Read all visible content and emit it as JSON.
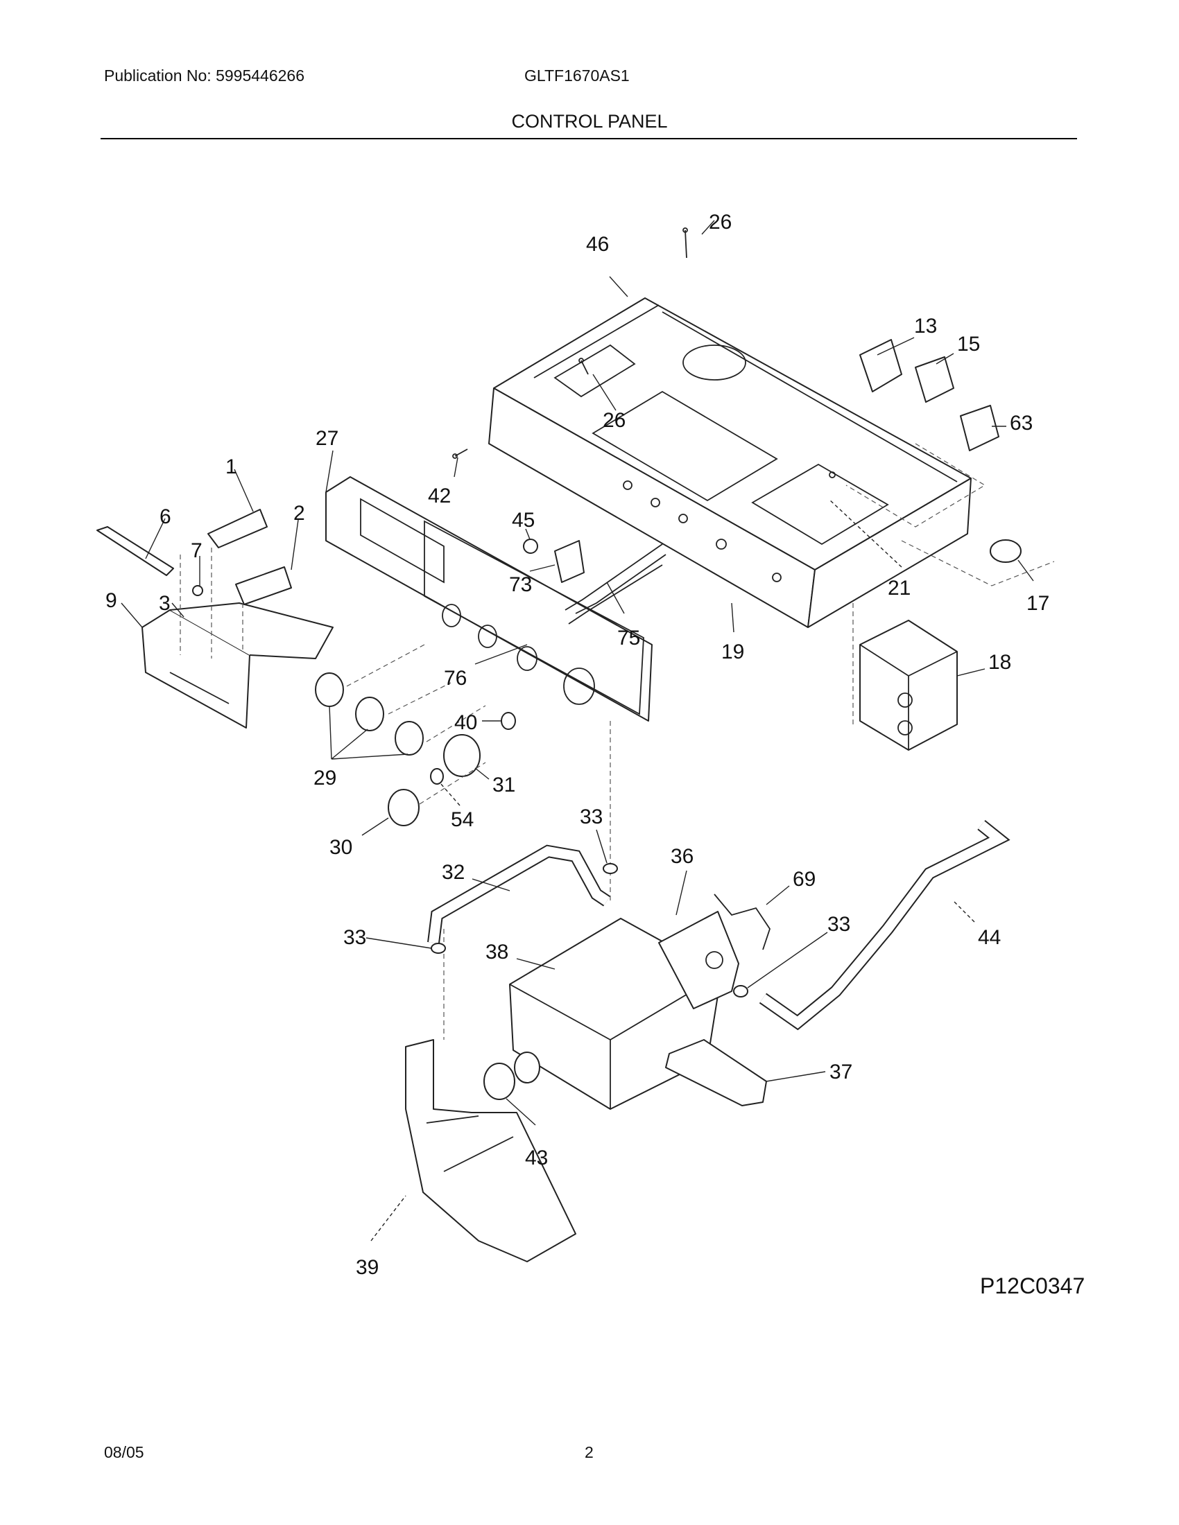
{
  "header": {
    "publication": "Publication No: 5995446266",
    "model": "GLTF1670AS1",
    "title": "CONTROL PANEL"
  },
  "diagram": {
    "callouts": [
      "26",
      "46",
      "13",
      "15",
      "63",
      "26",
      "27",
      "42",
      "1",
      "6",
      "2",
      "7",
      "45",
      "9",
      "3",
      "73",
      "75",
      "21",
      "17",
      "19",
      "18",
      "76",
      "40",
      "29",
      "31",
      "33",
      "30",
      "54",
      "32",
      "36",
      "69",
      "33",
      "33",
      "38",
      "44",
      "37",
      "43",
      "39"
    ]
  },
  "figure_code": "P12C0347",
  "footer": {
    "date": "08/05",
    "page": "2"
  }
}
